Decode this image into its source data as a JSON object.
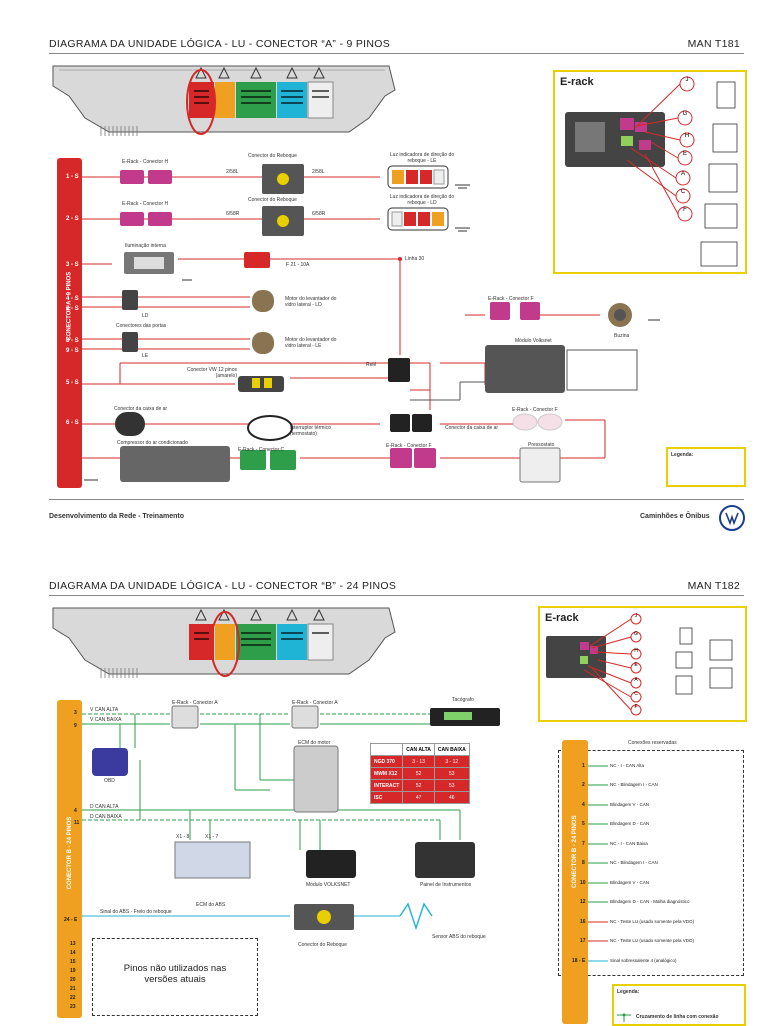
{
  "page1": {
    "title": "DIAGRAMA DA UNIDADE LÓGICA - LU - CONECTOR “A” - 9 PINOS",
    "code": "MAN T181",
    "connector_label": "CONECTOR A - 9 PINOS",
    "erack_title": "E-rack",
    "erack_letters": [
      "J",
      "G",
      "H",
      "E",
      "A",
      "C",
      "F"
    ],
    "pins": [
      "1 - S",
      "2 - S",
      "3 - S",
      "4 - S",
      "7 - S",
      "8 - S",
      "9 - S",
      "5 - S",
      "6 - S"
    ],
    "labels": {
      "erack_h": "E-Rack - Conector H",
      "reboque": "Conector do Reboque",
      "luz_le": "Luz indicadora de direção do reboque - LE",
      "luz_ld": "Luz indicadora de direção do reboque - LD",
      "iluminacao": "Iluminação interna",
      "fusivel": "F 21 - 10A",
      "linha30": "Linha 30",
      "motor_ld": "Motor do levantador do vidro lateral - LD",
      "motor_le": "Motor do levantador do vidro lateral - LE",
      "conectores_portas": "Conectores das portas",
      "erack_f": "E-Rack - Conector F",
      "buzina": "Buzina",
      "modulo_volksnet": "Módulo Volksnet",
      "conector_vw": "Conector VW 12 pinos (amarelo)",
      "rele": "Relé",
      "conector_caixa_ar": "Conector da caixa de ar",
      "interruptor": "Interruptor térmico (termostato)",
      "compressor": "Compressor do ar condicionado",
      "erack_c": "E-Rack - Conector C",
      "pressostato": "Pressostato",
      "w258l": "2/58L",
      "w658r": "6/58R",
      "ld": "LD",
      "le": "LE"
    },
    "legend_title": "Legenda:",
    "footer_left": "Desenvolvimento da Rede - Treinamento",
    "footer_right": "Caminhões e Ônibus"
  },
  "page2": {
    "title": "DIAGRAMA DA UNIDADE LÓGICA - LU - CONECTOR “B” - 24 PINOS",
    "code": "MAN T182",
    "connector_label": "CONECTOR B - 24 PINOS",
    "erack_title": "E-rack",
    "erack_letters": [
      "J",
      "G",
      "H",
      "E",
      "A",
      "C",
      "F"
    ],
    "labels": {
      "vcan_alta": "V CAN ALTA",
      "vcan_baixa": "V CAN BAIXA",
      "erack_a": "E-Rack - Conector A",
      "tacografo": "Tacógrafo",
      "ecm_motor": "ECM do motor",
      "obd": "OBD",
      "dcan_alta": "D CAN ALTA",
      "dcan_baixa": "D CAN BAIXA",
      "ecm_abs": "ECM do ABS",
      "modulo_volksnet": "Módulo VOLKSNET",
      "painel": "Painel de Instrumentos",
      "sinal_abs": "Sinal do ABS - Freio do reboque",
      "conector_reboque": "Conector do Reboque",
      "sensor_abs": "Sensor ABS do reboque",
      "nao_utilizados": "Pinos não utilizados nas versões atuais",
      "x18": "X1 - 8",
      "x17": "X1 - 7"
    },
    "can_table": {
      "headers": [
        "",
        "CAN ALTA",
        "CAN BAIXA"
      ],
      "rows": [
        [
          "NGD 370",
          "3 - 13",
          "3 - 12"
        ],
        [
          "MWM X12",
          "52",
          "53"
        ],
        [
          "INTERACT",
          "52",
          "53"
        ],
        [
          "ISC",
          "47",
          "46"
        ]
      ]
    },
    "left_pins": [
      "3",
      "9",
      "4",
      "11",
      "24 - E",
      "13",
      "14",
      "15",
      "19",
      "20",
      "21",
      "22",
      "23"
    ],
    "reserved": {
      "title": "Conexões reservadas",
      "items": [
        {
          "pin": "1",
          "text": "NC - I - CAN Alta"
        },
        {
          "pin": "2",
          "text": "NC - Blindagem I - CAN"
        },
        {
          "pin": "4",
          "text": "Blindagem V - CAN"
        },
        {
          "pin": "5",
          "text": "Blindagem D - CAN"
        },
        {
          "pin": "7",
          "text": "NC - I - CAN Baixa"
        },
        {
          "pin": "8",
          "text": "NC - Blindagem I - CAN"
        },
        {
          "pin": "10",
          "text": "Blindagem V - CAN"
        },
        {
          "pin": "12",
          "text": "Blindagem D - CAN - Malha diagnóstico"
        },
        {
          "pin": "16",
          "text": "NC - Teste LU (usado somente pela VDO)"
        },
        {
          "pin": "17",
          "text": "NC - Teste LU (usado somente pela VDO)"
        },
        {
          "pin": "18 - E",
          "text": "Sinal sobressalente 4 (analógico)"
        }
      ]
    },
    "legend_title": "Legenda:",
    "legend_cross": "Cruzamento de linha com conexão"
  },
  "colors": {
    "red": "#d62828",
    "green": "#2e9e4a",
    "orange": "#f0a020",
    "yellow_frame": "#e8d000",
    "cyan": "#1fb3d6"
  }
}
